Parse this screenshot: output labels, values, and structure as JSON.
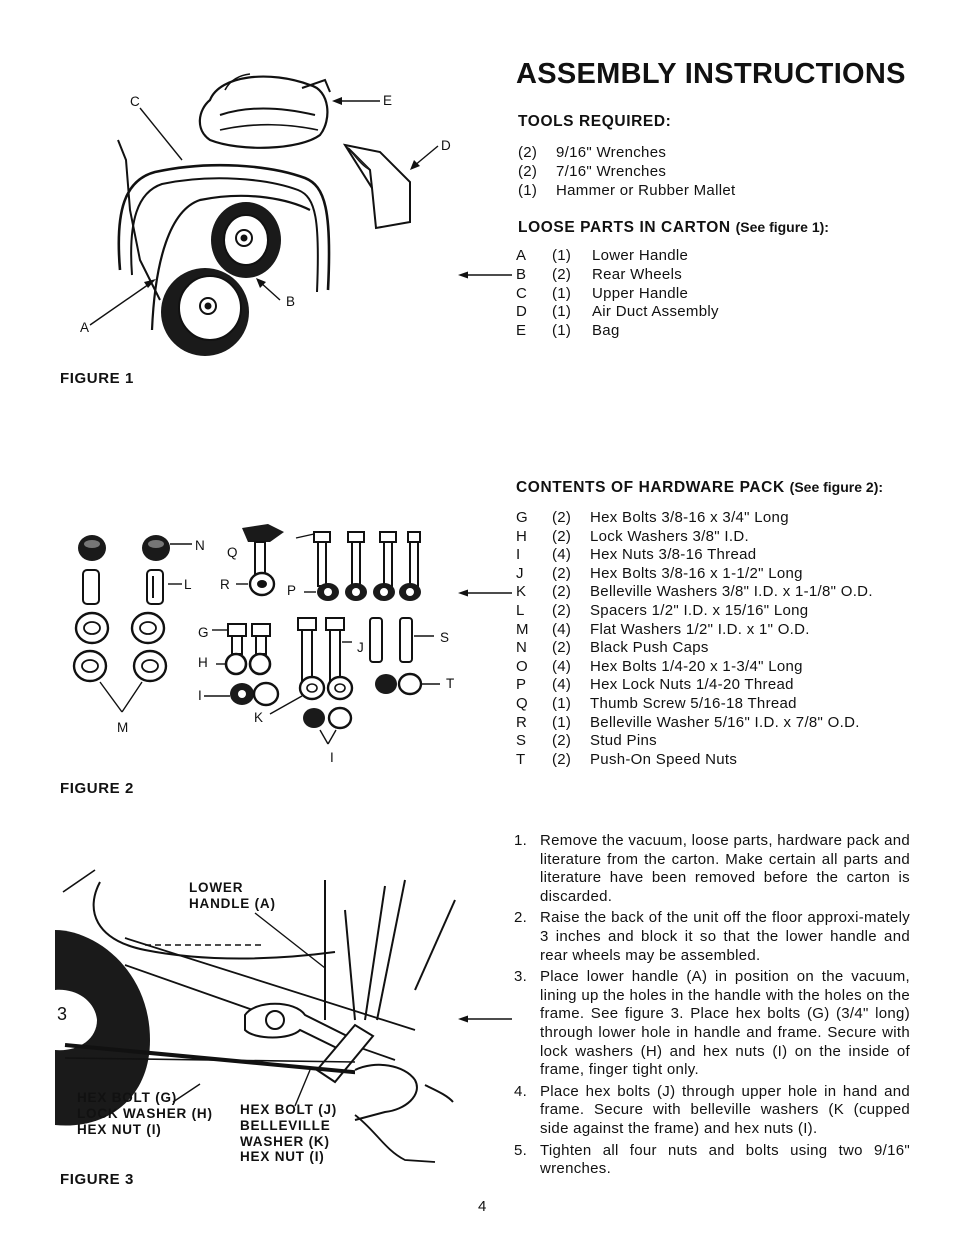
{
  "title": "ASSEMBLY INSTRUCTIONS",
  "tools": {
    "heading": "TOOLS REQUIRED:",
    "items": [
      {
        "qty": "(2)",
        "desc": "9/16\" Wrenches"
      },
      {
        "qty": "(2)",
        "desc": "7/16\" Wrenches"
      },
      {
        "qty": "(1)",
        "desc": "Hammer or Rubber Mallet"
      }
    ]
  },
  "loose_parts": {
    "heading": "LOOSE PARTS IN CARTON",
    "heading_ref": "(See figure 1):",
    "items": [
      {
        "letter": "A",
        "qty": "(1)",
        "desc": "Lower Handle"
      },
      {
        "letter": "B",
        "qty": "(2)",
        "desc": "Rear Wheels"
      },
      {
        "letter": "C",
        "qty": "(1)",
        "desc": "Upper Handle"
      },
      {
        "letter": "D",
        "qty": "(1)",
        "desc": "Air Duct Assembly"
      },
      {
        "letter": "E",
        "qty": "(1)",
        "desc": "Bag"
      }
    ]
  },
  "hardware": {
    "heading": "CONTENTS OF HARDWARE PACK",
    "heading_ref": "(See figure 2):",
    "items": [
      {
        "letter": "G",
        "qty": "(2)",
        "desc": "Hex Bolts 3/8-16 x 3/4\" Long"
      },
      {
        "letter": "H",
        "qty": "(2)",
        "desc": "Lock Washers 3/8\" I.D."
      },
      {
        "letter": "I",
        "qty": "(4)",
        "desc": "Hex Nuts 3/8-16 Thread"
      },
      {
        "letter": "J",
        "qty": "(2)",
        "desc": "Hex Bolts 3/8-16 x 1-1/2\" Long"
      },
      {
        "letter": "K",
        "qty": "(2)",
        "desc": "Belleville Washers 3/8\" I.D. x 1-1/8\" O.D."
      },
      {
        "letter": "L",
        "qty": "(2)",
        "desc": "Spacers 1/2\" I.D. x 15/16\" Long"
      },
      {
        "letter": "M",
        "qty": "(4)",
        "desc": "Flat Washers 1/2\" I.D. x 1\" O.D."
      },
      {
        "letter": "N",
        "qty": "(2)",
        "desc": "Black Push Caps"
      },
      {
        "letter": "O",
        "qty": "(4)",
        "desc": "Hex Bolts 1/4-20 x 1-3/4\" Long"
      },
      {
        "letter": "P",
        "qty": "(4)",
        "desc": "Hex Lock Nuts 1/4-20 Thread"
      },
      {
        "letter": "Q",
        "qty": "(1)",
        "desc": "Thumb Screw 5/16-18 Thread"
      },
      {
        "letter": "R",
        "qty": "(1)",
        "desc": "Belleville Washer 5/16\" I.D. x 7/8\" O.D."
      },
      {
        "letter": "S",
        "qty": "(2)",
        "desc": "Stud Pins"
      },
      {
        "letter": "T",
        "qty": "(2)",
        "desc": "Push-On Speed Nuts"
      }
    ]
  },
  "steps": [
    {
      "num": "1.",
      "text": "Remove the vacuum, loose parts, hardware pack and literature from the carton. Make certain all parts and literature have been removed before the carton is discarded."
    },
    {
      "num": "2.",
      "text": "Raise the back of the unit off the floor approxi-mately 3 inches and block it so that the lower handle and rear wheels may be assembled."
    },
    {
      "num": "3.",
      "text": "Place lower handle (A) in position on the vacuum, lining up the holes in the handle with the holes on the frame. See figure 3. Place hex bolts (G) (3/4\" long) through lower hole in handle and frame. Secure with lock washers (H) and hex nuts (I) on the inside of frame, finger tight only."
    },
    {
      "num": "4.",
      "text": "Place hex bolts (J) through upper hole in hand and frame. Secure with belleville washers (K (cupped side against the frame) and hex nuts (I)."
    },
    {
      "num": "5.",
      "text": "Tighten all four nuts and bolts using two 9/16\" wrenches."
    }
  ],
  "figure1": {
    "label": "FIGURE 1",
    "callouts": {
      "a": "A",
      "b": "B",
      "c": "C",
      "d": "D",
      "e": "E"
    }
  },
  "figure2": {
    "label": "FIGURE 2",
    "callouts": {
      "g": "G",
      "h": "H",
      "i": "I",
      "i2": "I",
      "j": "J",
      "k": "K",
      "l": "L",
      "m": "M",
      "n": "N",
      "p": "P",
      "q": "Q",
      "r": "R",
      "s": "S",
      "t": "T"
    }
  },
  "figure3": {
    "label": "FIGURE 3",
    "lower_handle": "LOWER\nHANDLE (A)",
    "hex_bolt_g": "HEX BOLT (G)\nLOCK WASHER (H)\nHEX NUT (I)",
    "hex_bolt_j": "HEX BOLT (J)\nBELLEVILLE\nWASHER (K)\nHEX NUT (I)"
  },
  "page_number": "4"
}
